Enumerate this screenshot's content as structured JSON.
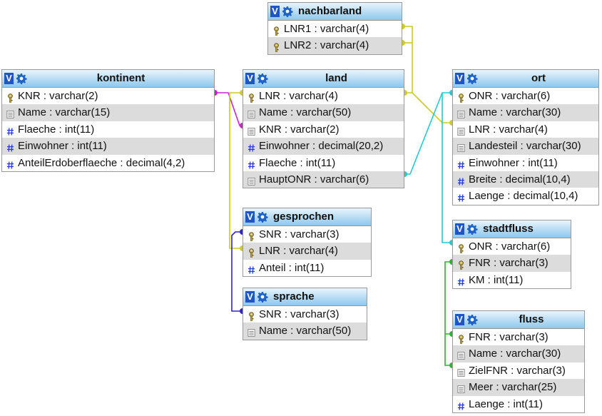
{
  "tables": {
    "nachbarland": {
      "name": "nachbarland",
      "columns": [
        {
          "label": "LNR1 : varchar(4)",
          "icon": "key-icon"
        },
        {
          "label": "LNR2 : varchar(4)",
          "icon": "key-icon"
        }
      ]
    },
    "kontinent": {
      "name": "kontinent",
      "columns": [
        {
          "label": "KNR : varchar(2)",
          "icon": "key-icon"
        },
        {
          "label": "Name : varchar(15)",
          "icon": "text-field-icon"
        },
        {
          "label": "Flaeche : int(11)",
          "icon": "number-field-icon"
        },
        {
          "label": "Einwohner : int(11)",
          "icon": "number-field-icon"
        },
        {
          "label": "AnteilErdoberflaeche : decimal(4,2)",
          "icon": "number-field-icon"
        }
      ]
    },
    "land": {
      "name": "land",
      "columns": [
        {
          "label": "LNR : varchar(4)",
          "icon": "key-icon"
        },
        {
          "label": "Name : varchar(50)",
          "icon": "text-field-icon"
        },
        {
          "label": "KNR : varchar(2)",
          "icon": "text-field-icon"
        },
        {
          "label": "Einwohner : decimal(20,2)",
          "icon": "number-field-icon"
        },
        {
          "label": "Flaeche : int(11)",
          "icon": "number-field-icon"
        },
        {
          "label": "HauptONR : varchar(6)",
          "icon": "text-field-icon"
        }
      ]
    },
    "ort": {
      "name": "ort",
      "columns": [
        {
          "label": "ONR : varchar(6)",
          "icon": "key-icon"
        },
        {
          "label": "Name : varchar(30)",
          "icon": "text-field-icon"
        },
        {
          "label": "LNR : varchar(4)",
          "icon": "text-field-icon"
        },
        {
          "label": "Landesteil : varchar(30)",
          "icon": "text-field-icon"
        },
        {
          "label": "Einwohner : int(11)",
          "icon": "number-field-icon"
        },
        {
          "label": "Breite : decimal(10,4)",
          "icon": "number-field-icon"
        },
        {
          "label": "Laenge : decimal(10,4)",
          "icon": "number-field-icon"
        }
      ]
    },
    "gesprochen": {
      "name": "gesprochen",
      "columns": [
        {
          "label": "SNR : varchar(3)",
          "icon": "key-icon"
        },
        {
          "label": "LNR : varchar(4)",
          "icon": "key-icon"
        },
        {
          "label": "Anteil : int(11)",
          "icon": "number-field-icon"
        }
      ]
    },
    "sprache": {
      "name": "sprache",
      "columns": [
        {
          "label": "SNR : varchar(3)",
          "icon": "key-icon"
        },
        {
          "label": "Name : varchar(50)",
          "icon": "text-field-icon"
        }
      ]
    },
    "stadtfluss": {
      "name": "stadtfluss",
      "columns": [
        {
          "label": "ONR : varchar(6)",
          "icon": "key-icon"
        },
        {
          "label": "FNR : varchar(3)",
          "icon": "key-icon"
        },
        {
          "label": "KM : int(11)",
          "icon": "number-field-icon"
        }
      ]
    },
    "fluss": {
      "name": "fluss",
      "columns": [
        {
          "label": "FNR : varchar(3)",
          "icon": "key-icon"
        },
        {
          "label": "Name : varchar(30)",
          "icon": "text-field-icon"
        },
        {
          "label": "ZielFNR : varchar(3)",
          "icon": "text-field-icon"
        },
        {
          "label": "Meer : varchar(25)",
          "icon": "text-field-icon"
        },
        {
          "label": "Laenge : int(11)",
          "icon": "number-field-icon"
        }
      ]
    }
  },
  "header_marker": "V",
  "colors": {
    "magenta_link": "#cc22cc",
    "olive_link": "#cccc22",
    "teal_link": "#22cccc",
    "blue_link": "#3322cc",
    "green_link": "#22bb22",
    "header_blue": "#8ec7ec",
    "alt_row": "#dcdcdc"
  }
}
